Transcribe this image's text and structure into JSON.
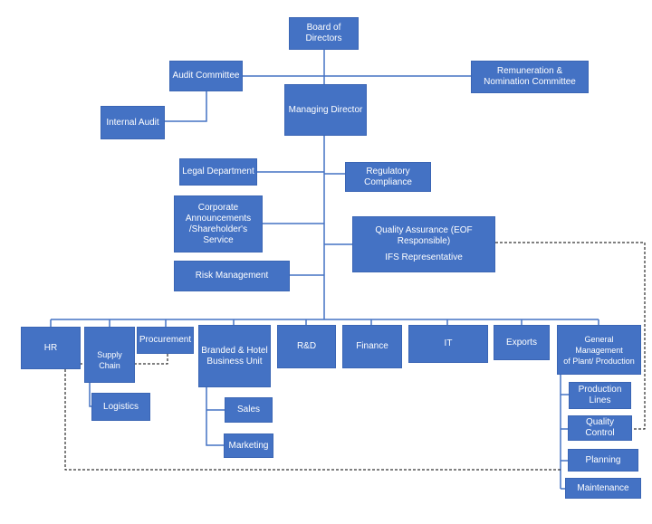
{
  "nodes": {
    "board": "Board of\nDirectors",
    "audit_committee": "Audit Committee",
    "remuneration": "Remuneration &\nNomination Committee",
    "internal_audit": "Internal Audit",
    "managing_director": "Managing Director",
    "legal": "Legal Department",
    "regulatory": "Regulatory\nCompliance",
    "corporate": "Corporate\nAnnouncements\n/Shareholder's\nService",
    "quality_assurance": "Quality Assurance (EOF\nResponsible)",
    "ifs": "IFS Representative",
    "risk": "Risk Management",
    "hr": "HR",
    "supply_chain": "Supply Chain",
    "procurement": "Procurement",
    "branded": "Branded & Hotel\nBusiness Unit",
    "rnd": "R&D",
    "finance": "Finance",
    "it": "IT",
    "exports": "Exports",
    "general_management": "General Management\nof Plant/ Production",
    "logistics": "Logistics",
    "sales": "Sales",
    "marketing": "Marketing",
    "production_lines": "Production\nLines",
    "quality_control": "Quality Control",
    "planning": "Planning",
    "maintenance": "Maintenance"
  },
  "colors": {
    "box_fill": "#4472C4",
    "box_text": "#ffffff",
    "connector": "#4472C4",
    "dashed_connector": "#000000"
  }
}
